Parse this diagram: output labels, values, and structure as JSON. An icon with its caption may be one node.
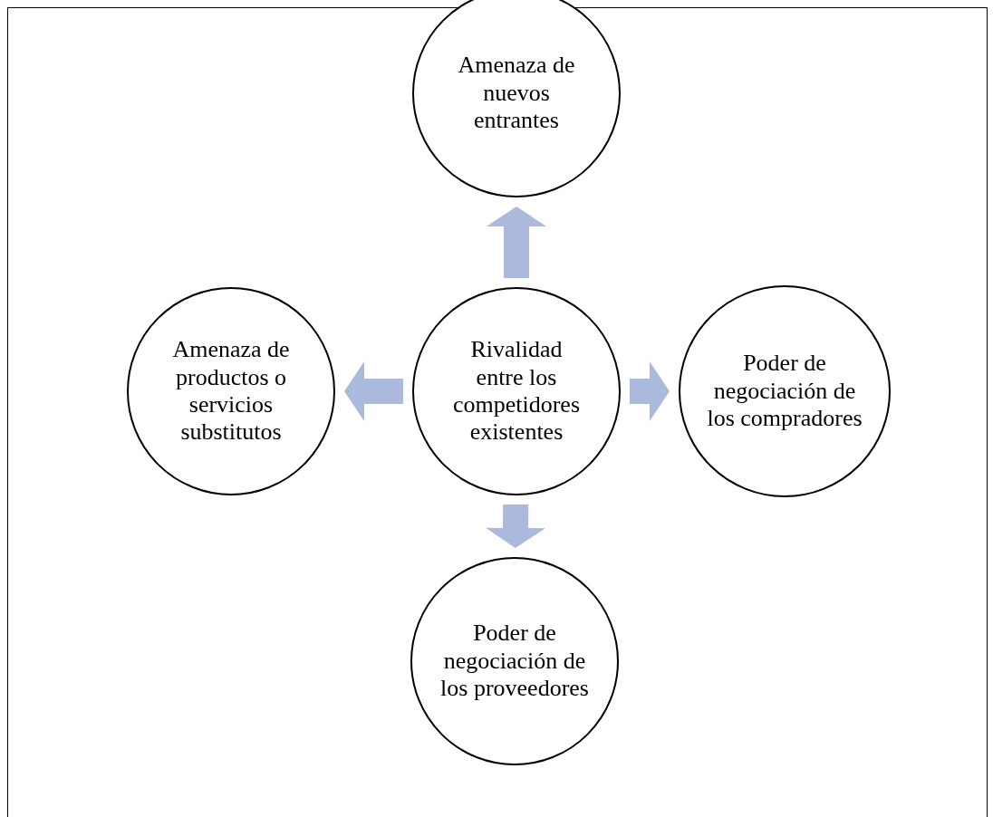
{
  "diagram": {
    "nodes": [
      {
        "text": [
          "Amenaza de nuevos entrantes"
        ]
      },
      {
        "text": [
          "Amenaza de productos o servicios substitutos"
        ]
      },
      {
        "text": [
          "Rivalidad entre los competidores existentes"
        ]
      },
      {
        "text": [
          "Poder de negociación de los compradores"
        ]
      },
      {
        "text": [
          "Poder de negociación de los proveedores"
        ]
      }
    ],
    "edges": [
      {
        "from": 2,
        "to": 0,
        "arrow": "to"
      },
      {
        "from": 2,
        "to": 1,
        "arrow": "to"
      },
      {
        "from": 2,
        "to": 3,
        "arrow": "to"
      },
      {
        "from": 2,
        "to": 4,
        "arrow": "to"
      }
    ]
  }
}
